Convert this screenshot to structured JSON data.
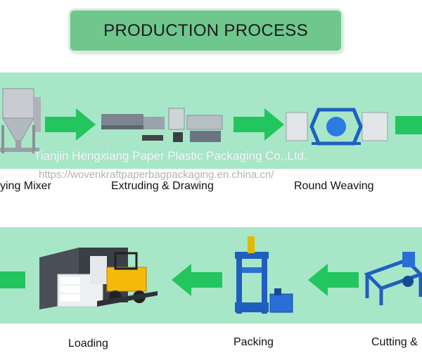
{
  "title": "PRODUCTION PROCESS",
  "steps_top": [
    {
      "label": "ying Mixer",
      "icon": "mixer-machine-icon"
    },
    {
      "label": "Extruding & Drawing",
      "icon": "extruding-machine-icon"
    },
    {
      "label": "Round Weaving",
      "icon": "weaving-machine-icon"
    }
  ],
  "steps_bottom": [
    {
      "label": "Loading",
      "icon": "truck-forklift-icon"
    },
    {
      "label": "Packing",
      "icon": "press-machine-icon"
    },
    {
      "label": "Cutting &",
      "icon": "cutting-machine-icon"
    }
  ],
  "watermark": {
    "company": "Tianjin Hengxiang Paper Plastic Packaging Co.,Ltd.",
    "url": "https://wovenkraftpaperbagpackaging.en.china.cn/"
  },
  "colors": {
    "band": "#a8e6c8",
    "title_box": "#6fc78e",
    "arrow": "#22c55e"
  }
}
